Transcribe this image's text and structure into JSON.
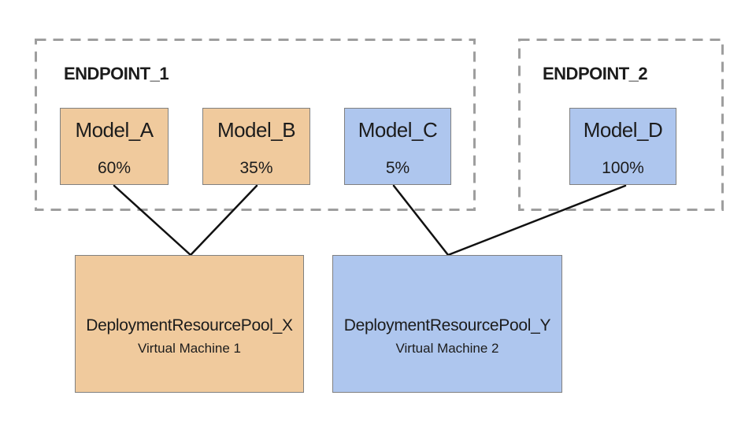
{
  "colors": {
    "group_x_fill": "#f0ca9d",
    "group_y_fill": "#aec6ee",
    "box_border": "#808080",
    "endpoint_dash_border": "#9e9e9e",
    "connector_line": "#111111",
    "canvas_background": "#ffffff",
    "text": "#1c1c1c"
  },
  "endpoints": [
    {
      "label": "ENDPOINT_1"
    },
    {
      "label": "ENDPOINT_2"
    }
  ],
  "models": [
    {
      "name": "Model_A",
      "traffic_split": "60%",
      "endpoint": "ENDPOINT_1",
      "pool": "DeploymentResourcePool_X"
    },
    {
      "name": "Model_B",
      "traffic_split": "35%",
      "endpoint": "ENDPOINT_1",
      "pool": "DeploymentResourcePool_X"
    },
    {
      "name": "Model_C",
      "traffic_split": "5%",
      "endpoint": "ENDPOINT_1",
      "pool": "DeploymentResourcePool_Y"
    },
    {
      "name": "Model_D",
      "traffic_split": "100%",
      "endpoint": "ENDPOINT_2",
      "pool": "DeploymentResourcePool_Y"
    }
  ],
  "pools": [
    {
      "name": "DeploymentResourcePool_X",
      "machine": "Virtual Machine 1"
    },
    {
      "name": "DeploymentResourcePool_Y",
      "machine": "Virtual Machine 2"
    }
  ]
}
